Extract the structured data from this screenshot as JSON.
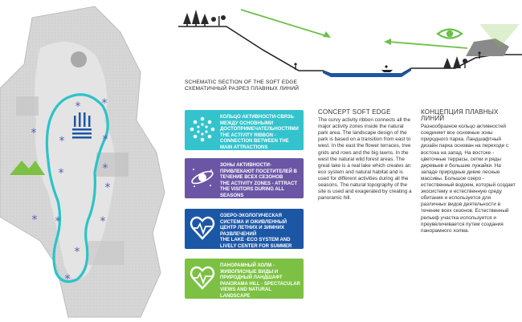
{
  "section": {
    "title_en": "SCHEMATIC SECTION OF THE SOFT EDGE",
    "title_ru": "СХЕМАТИЧНЫЙ РАЗРЕЗ ПЛАВНЫХ ЛИНИЙ"
  },
  "legend": [
    {
      "ru": "КОЛЬЦО АКТИВНОСТИ-СВЯЗЬ МЕЖДУ ОСНОВНЫМИ ДОСТОПРИМЕЧАТЕЛЬНОСТЯМИ",
      "en": "THE ACTIVITY RIBBON - CONNECTION BETWEEN THE MAIN ATTRACTIONS",
      "color": "#33c3cc",
      "icon": "activity-ring-icon"
    },
    {
      "ru": "ЗОНЫ АКТИВНОСТИ-ПРИВЛЕКАЮТ ПОСЕТИТЕЛЕЙ В ТЕЧЕНИЕ ВСЕХ СЕЗОНОВ",
      "en": "THE ACTIVITY ZONES - ATTRACT THE VISITORS DURING ALL SEASONS",
      "color": "#6b56a5",
      "icon": "galaxy-icon"
    },
    {
      "ru": "ОЗЕРО-ЭКОЛОГИЧЕСКАЯ СИСТЕМА И ОЖИВЛЕННЫЙ ЦЕНТР ЛЕТНИХ И ЗИМНИХ РАЗВЛЕЧЕНИЙ",
      "en": "THE LAKE -ECO SYSTEM AND LIVELY CENTER FOR SUMMER AND WINTER ACTIVITIES",
      "color": "#1c57a6",
      "icon": "heart-pulse-icon"
    },
    {
      "ru": "ПАНОРАМНЫЙ ХОЛМ - ЖИВОПИСНЫЕ ВИДЫ И ПРИРОДНЫЙ ЛАНДШАФТ",
      "en": "PANORAMA HILL - SPECTACULAR VIEWS AND NATURAL LANDSCAPE",
      "color": "#7cc143",
      "icon": "heart-pulse-icon"
    }
  ],
  "concept_en": {
    "title": "CONCEPT SOFT EDGE",
    "body": "The curvy activity ribbon connects all the major activity zones inside the natural park area. The landscape design of the park is based on a transition from east to west. In the east the flower terraces, tree grids and rows and the big lawns. In the west the natural wild forest areas. The great lake is a real lake which creates an eco system and natural habitat and is used for different activities during all the seasons. The natural topography of the site is used and exagerated by creating a panoramic hill."
  },
  "concept_ru": {
    "title": "КОНЦЕПЦИЯ ПЛАВНЫХ ЛИНИЙ",
    "body": "Разнообразное кольцо активностей соединяет все основные зоны природного парка. Ландшафтный дизайн парка основан на переходе с востока на запад. На востоке - цветочные террасы, сетки и ряды деревьев и большие лужайки. На западе природные дикие лесные массивы. Большое озеро - естественный водоем, который создает экосистему и естественную среду обитания и используется для различных видов деятельности в течение всех сезонов. Естественный рельеф участка используется и преувеличивается путем создания панорамного холма."
  }
}
